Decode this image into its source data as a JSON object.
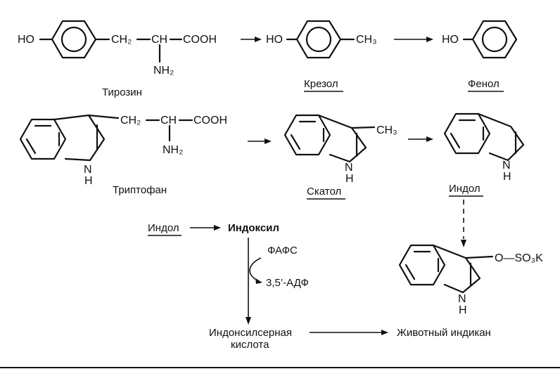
{
  "names": {
    "tyrosine": "Тирозин",
    "cresol": "Крезол",
    "phenol": "Фенол",
    "tryptophan": "Триптофан",
    "skatole": "Скатол",
    "indole_top": "Индол",
    "indole_bottom": "Индол",
    "indoxyl": "Индоксил",
    "fafs": "ФАФС",
    "adf": "3,5’-АДФ",
    "indoxylsulfuric_line1": "Индонсилсерная",
    "indoxylsulfuric_line2": "кислота",
    "animal_indican": "Животный индикан"
  },
  "groups": {
    "ho_tyrosine": "HO",
    "ho_cresol": "HO",
    "ho_phenol": "HO",
    "ch2_tyr": "CH₂",
    "ch_tyr": "CH",
    "cooh_tyr": "COOH",
    "nh2_tyr": "NH₂",
    "ch3_cresol": "CH₃",
    "ch2_trp": "CH₂",
    "ch_trp": "CH",
    "cooh_trp": "COOH",
    "nh2_trp": "NH₂",
    "ch3_skatole": "CH₃",
    "nh_trp_n": "N",
    "nh_trp_h": "H",
    "nh_skatole_n": "N",
    "nh_skatole_h": "H",
    "nh_indole_n": "N",
    "nh_indole_h": "H",
    "nh_indican_n": "N",
    "nh_indican_h": "H",
    "oso3k": "O—SO₃K"
  }
}
